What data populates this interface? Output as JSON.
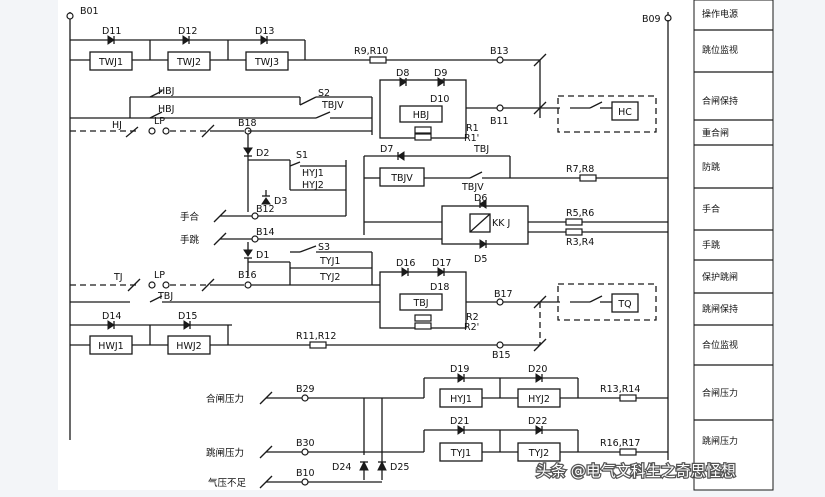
{
  "buses": {
    "left_top": "B01",
    "right_top": "B09"
  },
  "side_panel": [
    "操作电源",
    "跳位监视",
    "合闸保持",
    "重合闸",
    "防跳",
    "手合",
    "手跳",
    "保护跳闸",
    "跳闸保持",
    "合位监视",
    "合闸压力",
    "跳闸压力"
  ],
  "relays": {
    "twj1": "TWJ1",
    "twj2": "TWJ2",
    "twj3": "TWJ3",
    "hbj": "HBJ",
    "hc": "HC",
    "tbjv": "TBJV",
    "kkj": "KK J",
    "tbj": "TBJ",
    "tq": "TQ",
    "hwj1": "HWJ1",
    "hwj2": "HWJ2",
    "hyj1": "HYJ1",
    "hyj2": "HYJ2",
    "tyj1": "TYJ1",
    "tyj2": "TYJ2"
  },
  "labels": {
    "d11": "D11",
    "d12": "D12",
    "d13": "D13",
    "r9r10": "R9,R10",
    "b13": "B13",
    "hbj_a": "HBJ",
    "hbj_b": "HBJ",
    "s2": "S2",
    "tbjv_c": "TBJV",
    "d8": "D8",
    "d9": "D9",
    "d10": "D10",
    "r1": "R1",
    "r1p": "R1'",
    "b11": "B11",
    "hj": "HJ",
    "lp1": "LP",
    "b18": "B18",
    "d2": "D2",
    "s1": "S1",
    "hyj1_c": "HYJ1",
    "hyj2_c": "HYJ2",
    "d3": "D3",
    "d7": "D7",
    "tbj_c": "TBJ",
    "tbjv_c2": "TBJV",
    "r7r8": "R7,R8",
    "shouhe": "手合",
    "b12": "B12",
    "d6": "D6",
    "d5": "D5",
    "r5r6": "R5,R6",
    "r3r4": "R3,R4",
    "shoutiao": "手跳",
    "b14": "B14",
    "d1": "D1",
    "s3": "S3",
    "tyj1_c": "TYJ1",
    "tyj2_c": "TYJ2",
    "tj": "TJ",
    "lp2": "LP",
    "b16": "B16",
    "d16": "D16",
    "d17": "D17",
    "d18": "D18",
    "tbj_c2": "TBJ",
    "b17": "B17",
    "r2": "R2",
    "r2p": "R2'",
    "d14": "D14",
    "d15": "D15",
    "r11r12": "R11,R12",
    "b15": "B15",
    "d19": "D19",
    "d20": "D20",
    "r13r14": "R13,R14",
    "hezha_yali": "合闸压力",
    "b29": "B29",
    "d21": "D21",
    "d22": "D22",
    "r16r17": "R16,R17",
    "tiaozha_yali": "跳闸压力",
    "b30": "B30",
    "d24": "D24",
    "d25": "D25",
    "qiya": "气压不足",
    "b10": "B10"
  },
  "watermark": "头条 @电气文科生之奇思怪想"
}
